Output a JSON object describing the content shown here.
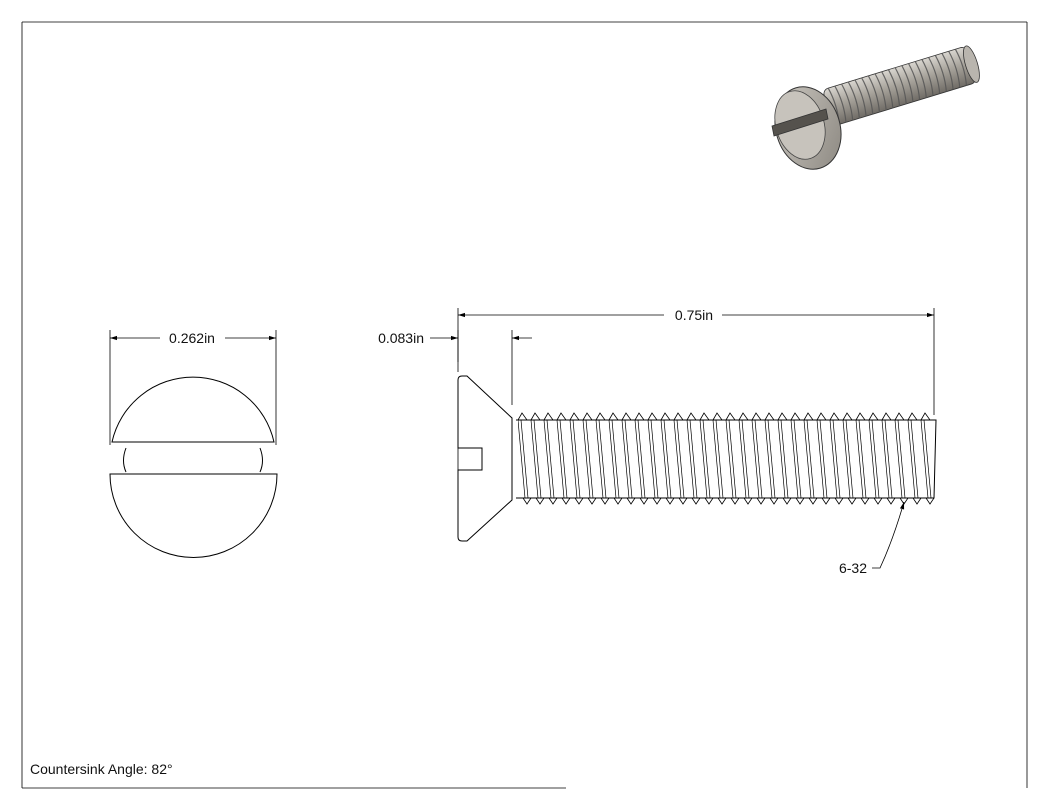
{
  "dimensions": {
    "head_diameter": "0.262in",
    "head_height": "0.083in",
    "overall_length": "0.75in",
    "thread_callout": "6-32"
  },
  "notes": {
    "countersink": "Countersink Angle: 82°"
  }
}
